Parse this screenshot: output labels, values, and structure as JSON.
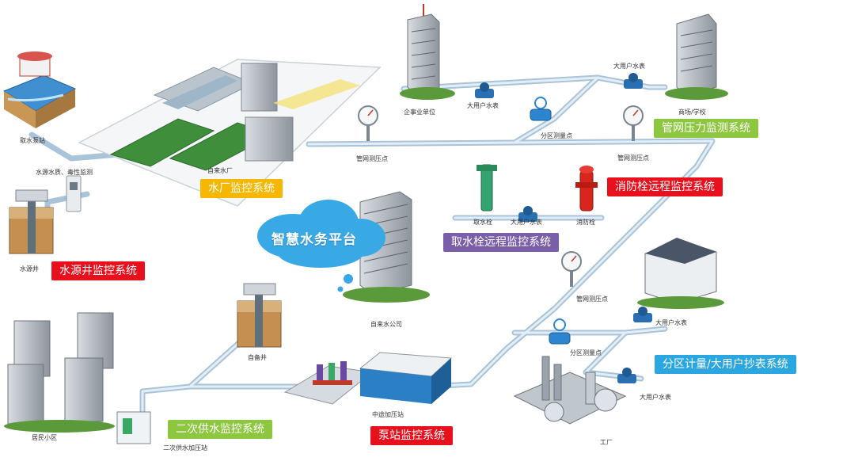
{
  "platform": {
    "label": "智慧水务平台"
  },
  "systems": {
    "waterworks": "水厂监控系统",
    "wellhead": "水源井监控系统",
    "pipe_pressure": "管网压力监测系统",
    "fire_hydrant": "消防栓远程监控系统",
    "intake_hydrant": "取水栓远程监控系统",
    "district_metering": "分区计量/大用户抄表系统",
    "secondary_supply": "二次供水监控系统",
    "pump_station": "泵站监控系统"
  },
  "labels": {
    "intake_pump": "取水泵站",
    "water_quality": "水源水质、毒性监测",
    "waterworks_plant": "自来水厂",
    "source_well": "水源井",
    "enterprise": "企事业单位",
    "big_meter_1": "大用户水表",
    "big_meter_2": "大用户水表",
    "district_point_1": "分区测量点",
    "mall_school": "商场/学校",
    "pipe_pressure_1": "管网测压点",
    "pipe_pressure_2": "管网测压点",
    "pipe_pressure_3": "管网测压点",
    "intake_hydrant_pt": "取水栓",
    "big_meter_3": "大用户水表",
    "fire_hydrant_pt": "消防栓",
    "water_company": "自来水公司",
    "self_well": "自备井",
    "residential": "居民小区",
    "secondary_station": "二次供水加压站",
    "booster_station": "中途加压站",
    "district_point_2": "分区测量点",
    "big_meter_4": "大用户水表",
    "big_meter_5": "大用户水表",
    "factory": "工厂"
  },
  "colors": {
    "pipe": "#a9c3d9",
    "pipe_inner": "#e4eef7",
    "tag_yellow": "#f5b700",
    "tag_red": "#e8101c",
    "tag_green": "#8dc63f",
    "tag_purple": "#7a5ea7",
    "tag_cyan": "#2aa6e0",
    "cloud": "#39a9e6"
  }
}
